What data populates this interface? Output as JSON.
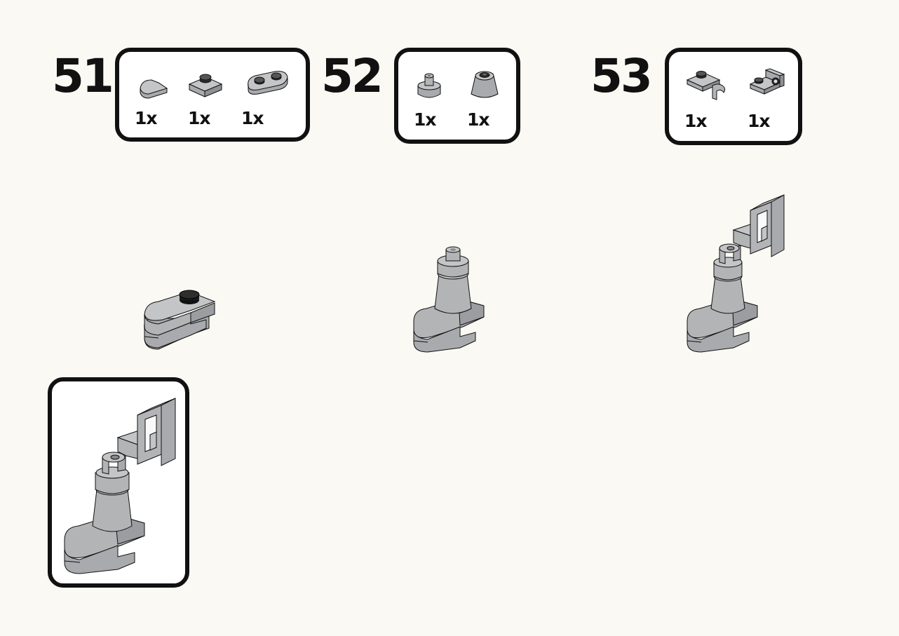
{
  "steps": [
    {
      "number": "51",
      "parts": [
        {
          "icon": "tile-round-1x1-icon",
          "qty": "1x"
        },
        {
          "icon": "plate-1x1-icon",
          "qty": "1x"
        },
        {
          "icon": "plate-1x2-rounded-icon",
          "qty": "1x"
        }
      ]
    },
    {
      "number": "52",
      "parts": [
        {
          "icon": "round-brick-1x1-icon",
          "qty": "1x"
        },
        {
          "icon": "cone-1x1-icon",
          "qty": "1x"
        }
      ]
    },
    {
      "number": "53",
      "parts": [
        {
          "icon": "plate-clip-icon",
          "qty": "1x"
        },
        {
          "icon": "bracket-1x1-icon",
          "qty": "1x"
        }
      ]
    }
  ],
  "colors": {
    "part_light": "#bfc0c2",
    "part_mid": "#a9aaad",
    "part_dark": "#8f9093",
    "stud_dark": "#1a1a1a",
    "outline": "#111111",
    "page_bg": "#faf9f3"
  }
}
